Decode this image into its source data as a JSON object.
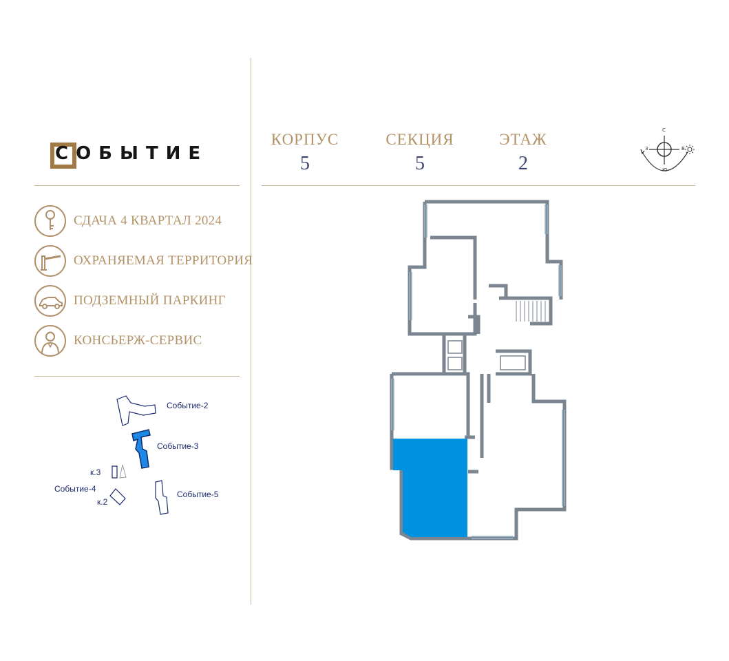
{
  "brand": {
    "name": "СОБЫТИЕ",
    "accent_color": "#a27a45"
  },
  "features": [
    {
      "icon": "key-icon",
      "label": "СДАЧА 4 КВАРТАЛ 2024"
    },
    {
      "icon": "barrier-icon",
      "label": "ОХРАНЯЕМАЯ ТЕРРИТОРИЯ"
    },
    {
      "icon": "car-icon",
      "label": "ПОДЗЕМНЫЙ ПАРКИНГ"
    },
    {
      "icon": "concierge-icon",
      "label": "КОНСЬЕРЖ-СЕРВИС"
    }
  ],
  "header": {
    "building_label": "КОРПУС",
    "building_value": "5",
    "section_label": "СЕКЦИЯ",
    "section_value": "5",
    "floor_label": "ЭТАЖ",
    "floor_value": "2"
  },
  "compass": {
    "north": "С",
    "south": "Ю",
    "west": "З",
    "east": "В"
  },
  "site_plan": {
    "labels": {
      "sobytie2": "Событие-2",
      "sobytie3": "Событие-3",
      "k3": "к.3",
      "sobytie4": "Событие-4",
      "k2": "к.2",
      "sobytie5": "Событие-5"
    },
    "highlight_color": "#1e88e5"
  },
  "floor_plan": {
    "highlight_color": "#0091e0",
    "wall_color": "#7a8590"
  }
}
